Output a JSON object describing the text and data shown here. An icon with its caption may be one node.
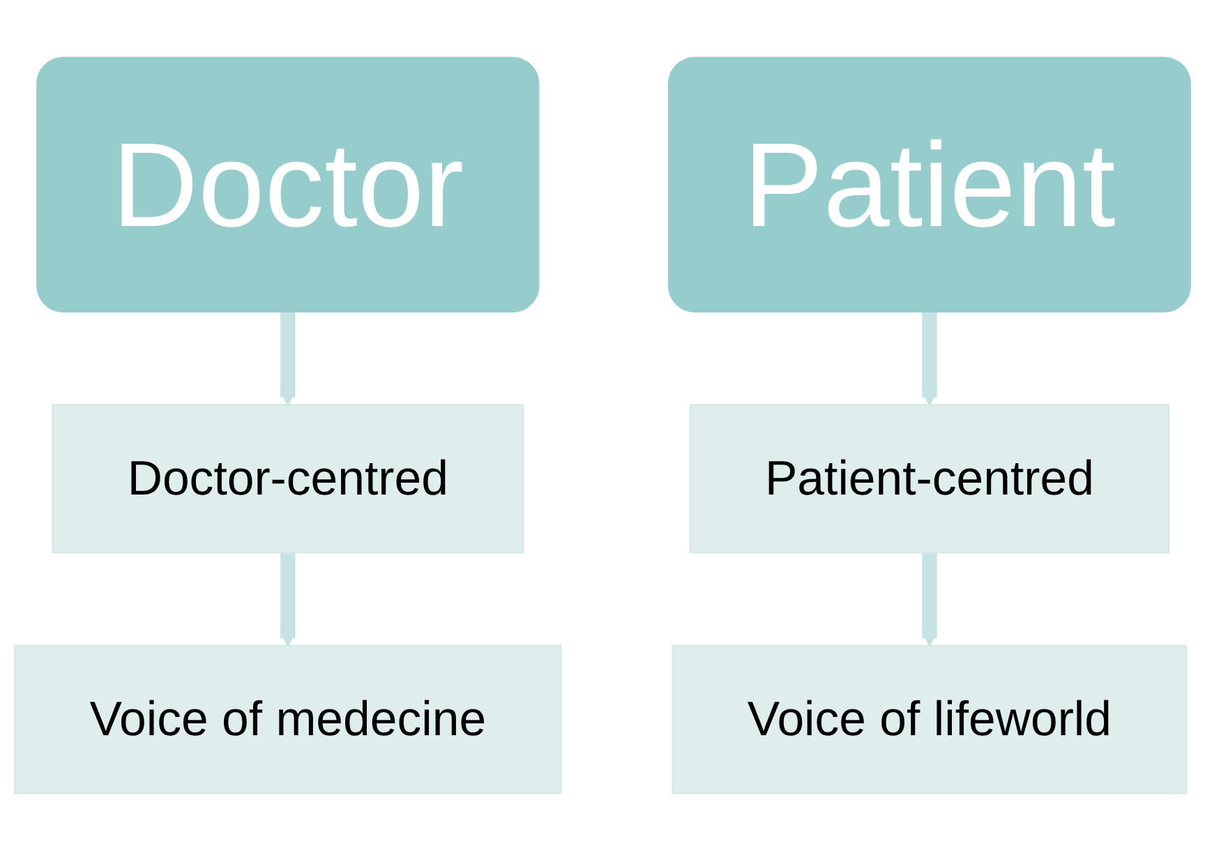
{
  "diagram": {
    "nodes": [
      {
        "text": [
          "Doctor"
        ]
      },
      {
        "text": [
          "Patient"
        ]
      },
      {
        "text": [
          "Doctor-centred"
        ]
      },
      {
        "text": [
          "Patient-centred"
        ]
      },
      {
        "text": [
          "Voice of medecine"
        ]
      },
      {
        "text": [
          "Voice of lifeworld"
        ]
      }
    ],
    "edges": [
      {
        "from": 0,
        "to": 2,
        "arrow": "to"
      },
      {
        "from": 1,
        "to": 3,
        "arrow": "to"
      },
      {
        "from": 2,
        "to": 4,
        "arrow": "to"
      },
      {
        "from": 3,
        "to": 5,
        "arrow": "to"
      }
    ]
  }
}
